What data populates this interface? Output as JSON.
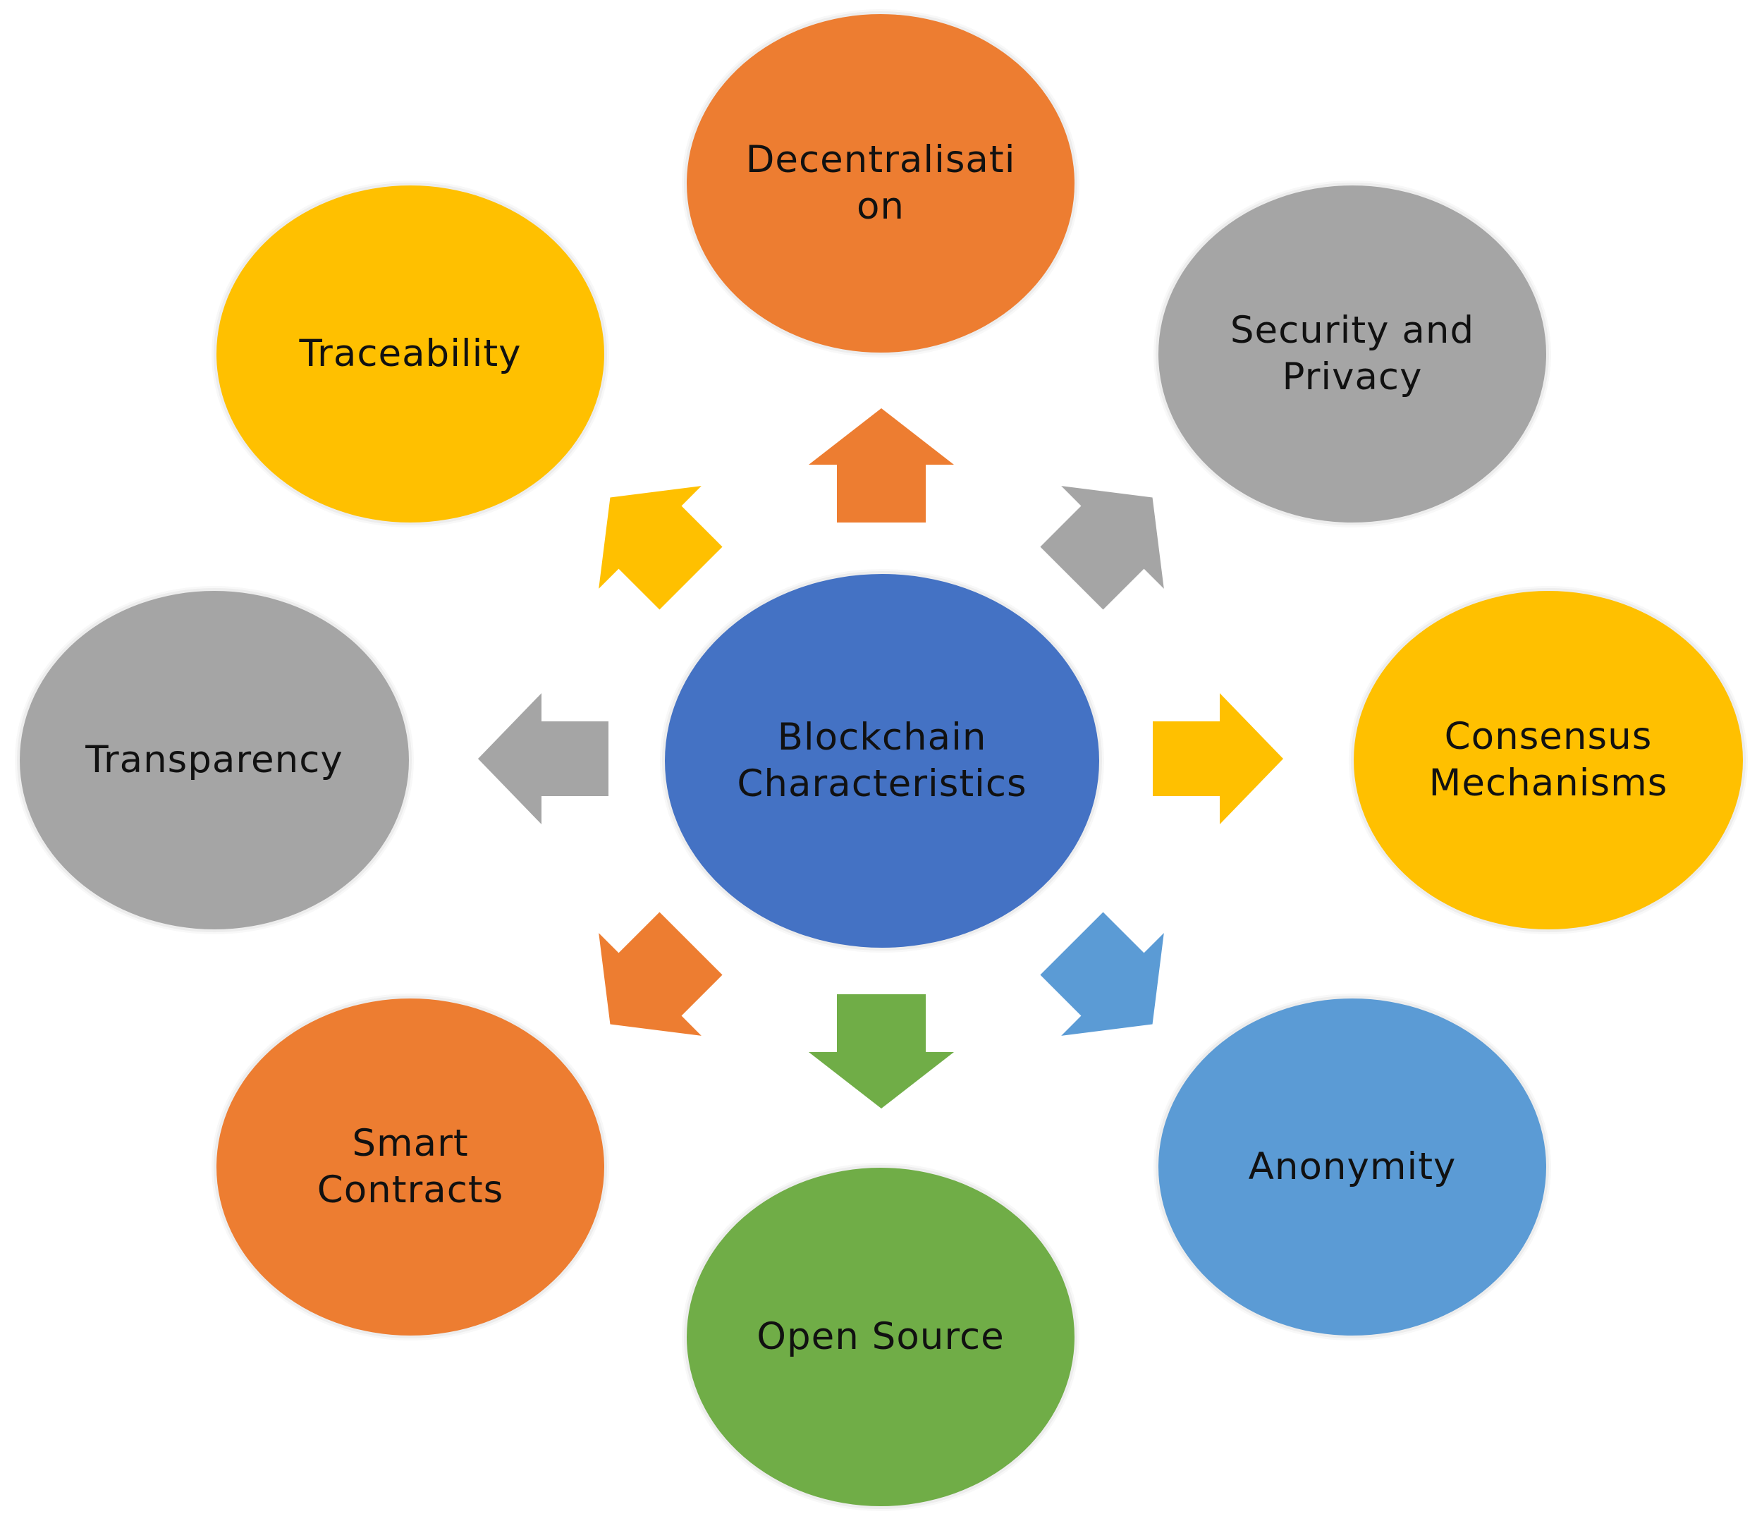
{
  "diagram": {
    "center": {
      "label": "Blockchain Characteristics",
      "color": "#4472C4"
    },
    "characteristics": [
      {
        "label": "Decentralisation",
        "color": "#ED7D31"
      },
      {
        "label": "Security and Privacy",
        "color": "#A5A5A5"
      },
      {
        "label": "Consensus Mechanisms",
        "color": "#FFC000"
      },
      {
        "label": "Anonymity",
        "color": "#5B9BD5"
      },
      {
        "label": "Open Source",
        "color": "#70AD47"
      },
      {
        "label": "Smart Contracts",
        "color": "#ED7D31"
      },
      {
        "label": "Transparency",
        "color": "#A5A5A5"
      },
      {
        "label": "Traceability",
        "color": "#FFC000"
      }
    ]
  }
}
